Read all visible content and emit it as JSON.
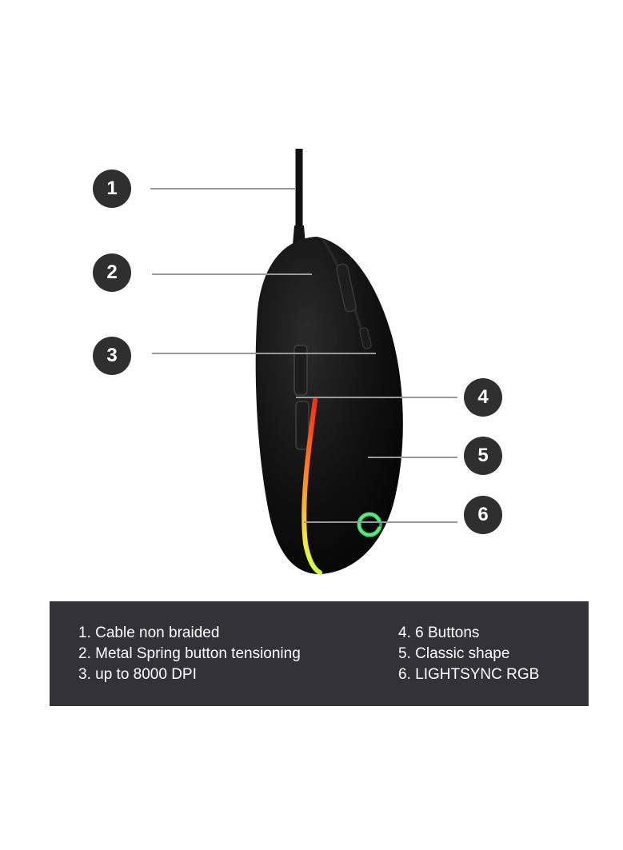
{
  "callouts": [
    "1",
    "2",
    "3",
    "4",
    "5",
    "6"
  ],
  "legend": {
    "left": [
      "1. Cable non braided",
      "2. Metal Spring button tensioning",
      "3. up to 8000 DPI"
    ],
    "right": [
      "4. 6 Buttons",
      "5. Classic shape",
      "6. LIGHTSYNC RGB"
    ]
  },
  "colors": {
    "mouse_body": "#0c0c0c",
    "callout_bg": "#2f2f2f",
    "legend_bg": "#333335",
    "leader_line": "#9a9a9a",
    "rgb_strip": [
      "#ffee33",
      "#ff9a1a",
      "#ff3a1a",
      "#ffd21a"
    ],
    "logo": "#3ddc7a"
  }
}
